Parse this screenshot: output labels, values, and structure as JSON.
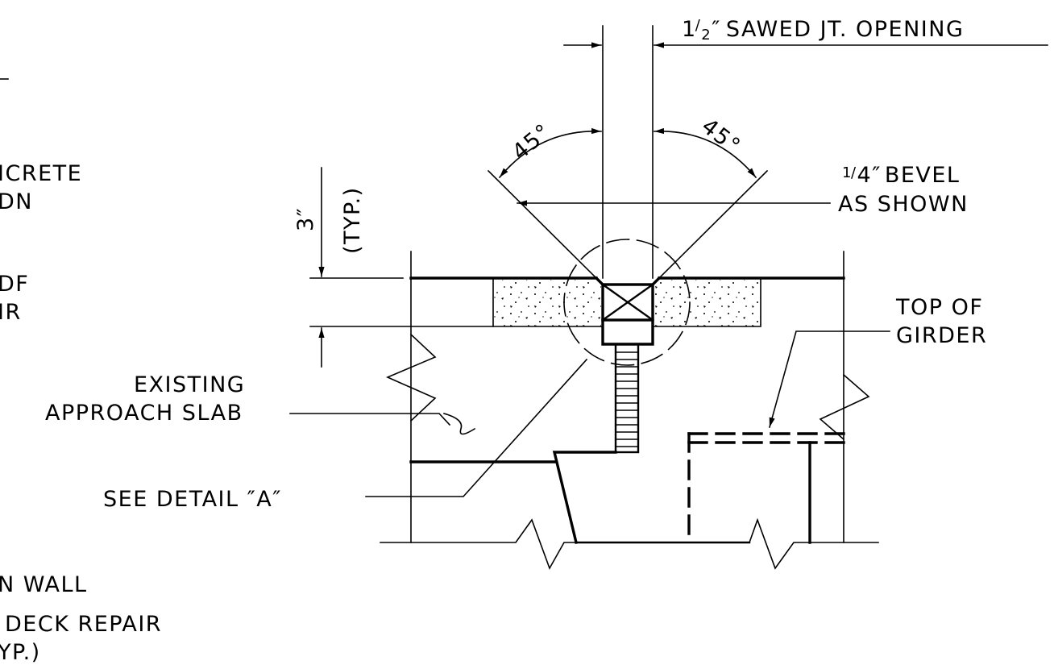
{
  "colors": {
    "ink": "#000000",
    "paper": "#ffffff"
  },
  "labels": {
    "sawed_joint": {
      "num": "1",
      "den": "2",
      "unit": "″",
      "text": "SAWED JT. OPENING"
    },
    "bevel": {
      "num": "1",
      "den": "4",
      "unit": "″",
      "text": "BEVEL",
      "line2": "AS SHOWN"
    },
    "angle_left": "45°",
    "angle_right": "45°",
    "dim_depth": "3″",
    "dim_typ": "(TYP.)",
    "top_of_girder": [
      "TOP OF",
      "GIRDER"
    ],
    "existing_approach_slab": [
      "EXISTING",
      "APPROACH SLAB"
    ],
    "see_detail": "SEE DETAIL ″A″",
    "partial_left": [
      "ICRETE",
      "DN",
      "DF",
      "IR",
      "N WALL",
      "DECK REPAIR",
      "YP.)"
    ]
  }
}
